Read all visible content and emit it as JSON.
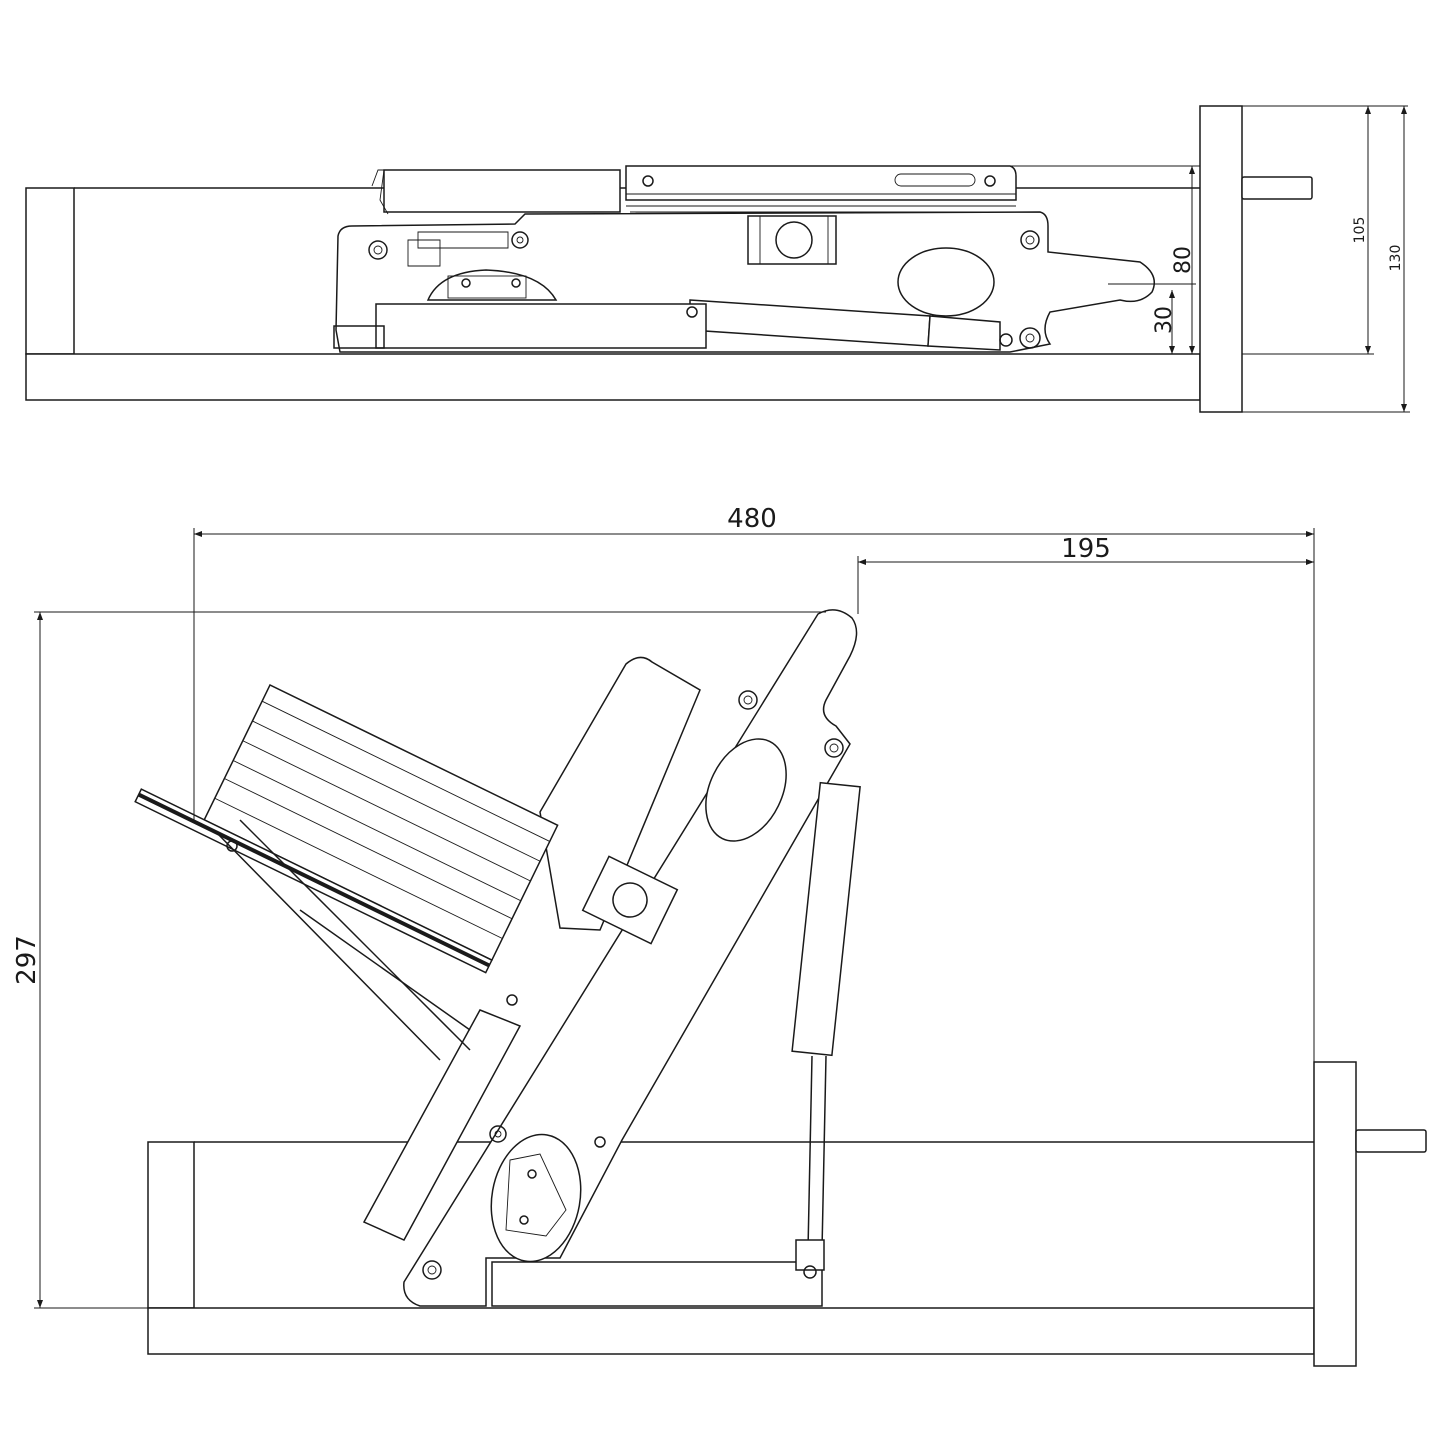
{
  "closed_view": {
    "dimensions": {
      "height_30": "30",
      "height_80": "80",
      "height_105": "105",
      "height_130": "130"
    }
  },
  "open_view": {
    "dimensions": {
      "width_480": "480",
      "width_195": "195",
      "height_297": "297"
    }
  },
  "colors": {
    "line": "#1a1a1a",
    "background": "#ffffff"
  }
}
